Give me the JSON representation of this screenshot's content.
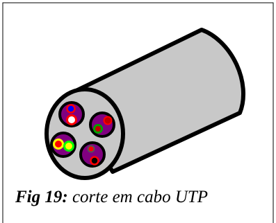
{
  "caption": {
    "label": "Fig 19:",
    "text": " corte em cabo UTP"
  },
  "colors": {
    "cable_fill": "#c8c8c8",
    "outline": "#000000",
    "pair_fill": "#800080",
    "blue": "#0000ff",
    "white": "#ffffff",
    "red": "#ff0000",
    "dark_red": "#c00000",
    "green": "#00a000",
    "yellow": "#ffff00",
    "lime": "#00ff00",
    "dark_gray": "#555555"
  },
  "cable": {
    "name": "UTP cable cross-section",
    "pairs": [
      {
        "name": "pair-blue-white",
        "wires": [
          "blue",
          "white"
        ]
      },
      {
        "name": "pair-red-green",
        "wires": [
          "dark_red",
          "green"
        ]
      },
      {
        "name": "pair-yellow-green",
        "wires": [
          "yellow",
          "lime"
        ]
      },
      {
        "name": "pair-red-black",
        "wires": [
          "red",
          "black"
        ]
      }
    ]
  }
}
